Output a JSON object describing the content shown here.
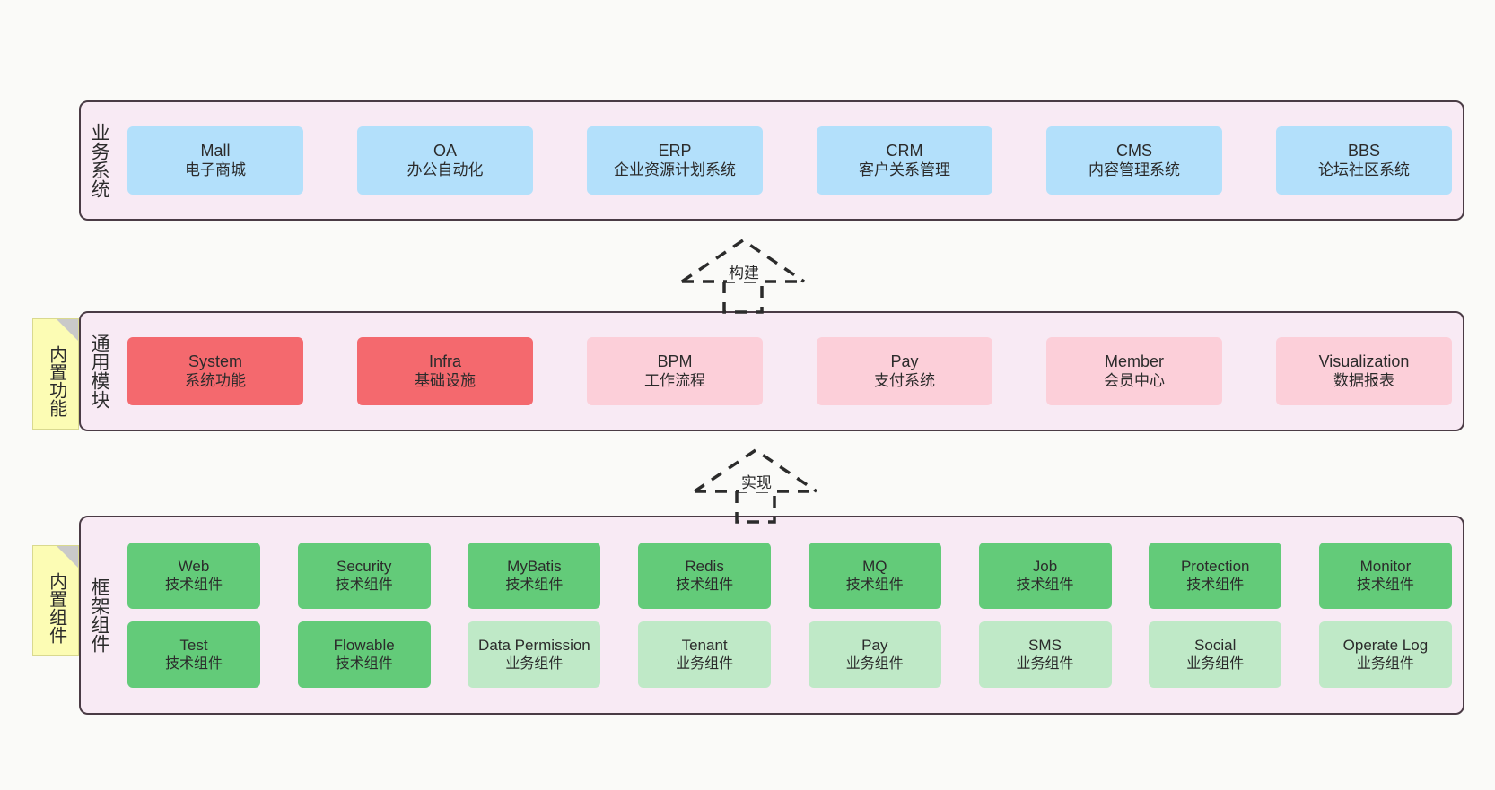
{
  "diagram": {
    "background": "#fafaf8",
    "layer_fill": "#f8eaf4",
    "layer_border": "#4a3b45"
  },
  "layers": [
    {
      "id": "business-systems",
      "title": "业务系统",
      "node_color": "#b3e0fb",
      "nodes": [
        {
          "en": "Mall",
          "cn": "电子商城"
        },
        {
          "en": "OA",
          "cn": "办公自动化"
        },
        {
          "en": "ERP",
          "cn": "企业资源计划系统"
        },
        {
          "en": "CRM",
          "cn": "客户关系管理"
        },
        {
          "en": "CMS",
          "cn": "内容管理系统"
        },
        {
          "en": "BBS",
          "cn": "论坛社区系统"
        }
      ]
    },
    {
      "id": "common-modules",
      "title": "通用模块",
      "node_color": "#fccfd9",
      "accent_color": "#f4696e",
      "nodes": [
        {
          "en": "System",
          "cn": "系统功能",
          "accent": true
        },
        {
          "en": "Infra",
          "cn": "基础设施",
          "accent": true
        },
        {
          "en": "BPM",
          "cn": "工作流程",
          "accent": false
        },
        {
          "en": "Pay",
          "cn": "支付系统",
          "accent": false
        },
        {
          "en": "Member",
          "cn": "会员中心",
          "accent": false
        },
        {
          "en": "Visualization",
          "cn": "数据报表",
          "accent": false
        }
      ]
    },
    {
      "id": "framework-components",
      "title": "框架组件",
      "node_color": "#63cb79",
      "soft_color": "#bfe9c7",
      "rows": [
        [
          {
            "en": "Web",
            "cn": "技术组件",
            "soft": false
          },
          {
            "en": "Security",
            "cn": "技术组件",
            "soft": false
          },
          {
            "en": "MyBatis",
            "cn": "技术组件",
            "soft": false
          },
          {
            "en": "Redis",
            "cn": "技术组件",
            "soft": false
          },
          {
            "en": "MQ",
            "cn": "技术组件",
            "soft": false
          },
          {
            "en": "Job",
            "cn": "技术组件",
            "soft": false
          },
          {
            "en": "Protection",
            "cn": "技术组件",
            "soft": false
          },
          {
            "en": "Monitor",
            "cn": "技术组件",
            "soft": false
          }
        ],
        [
          {
            "en": "Test",
            "cn": "技术组件",
            "soft": false
          },
          {
            "en": "Flowable",
            "cn": "技术组件",
            "soft": false
          },
          {
            "en": "Data Permission",
            "cn": "业务组件",
            "soft": true
          },
          {
            "en": "Tenant",
            "cn": "业务组件",
            "soft": true
          },
          {
            "en": "Pay",
            "cn": "业务组件",
            "soft": true
          },
          {
            "en": "SMS",
            "cn": "业务组件",
            "soft": true
          },
          {
            "en": "Social",
            "cn": "业务组件",
            "soft": true
          },
          {
            "en": "Operate Log",
            "cn": "业务组件",
            "soft": true
          }
        ]
      ]
    }
  ],
  "stickies": [
    {
      "id": "builtin-features",
      "text": "内置功能"
    },
    {
      "id": "builtin-components",
      "text": "内置组件"
    }
  ],
  "arrows": [
    {
      "id": "build-arrow",
      "label": "构建"
    },
    {
      "id": "implement-arrow",
      "label": "实现"
    }
  ]
}
